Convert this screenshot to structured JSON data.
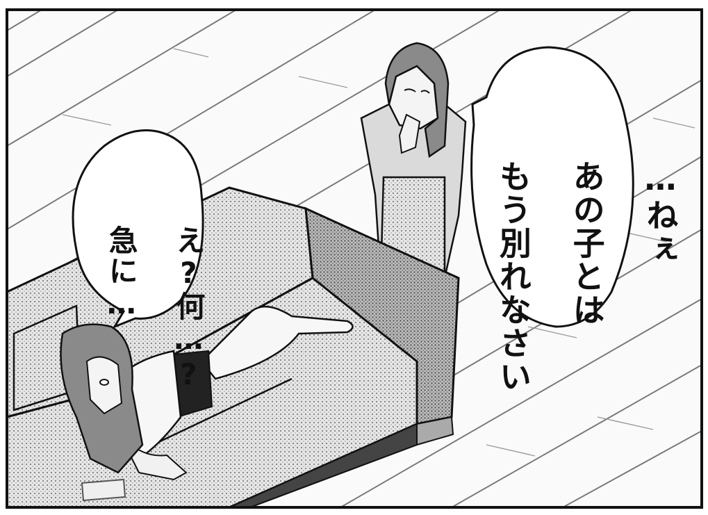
{
  "speech_bubbles": {
    "mother": {
      "lines": [
        "…ねぇ",
        "あの子とは",
        "もう別れなさい"
      ]
    },
    "daughter": {
      "lines": [
        "え?何…?",
        "急に…"
      ]
    }
  },
  "colors": {
    "ink": "#111111",
    "paper": "#ffffff",
    "floor_line": "#7a7a7a",
    "sofa_tone": "#c9c9c9",
    "hair_tone": "#8a8a8a",
    "apron_tone": "#bcbcbc"
  }
}
